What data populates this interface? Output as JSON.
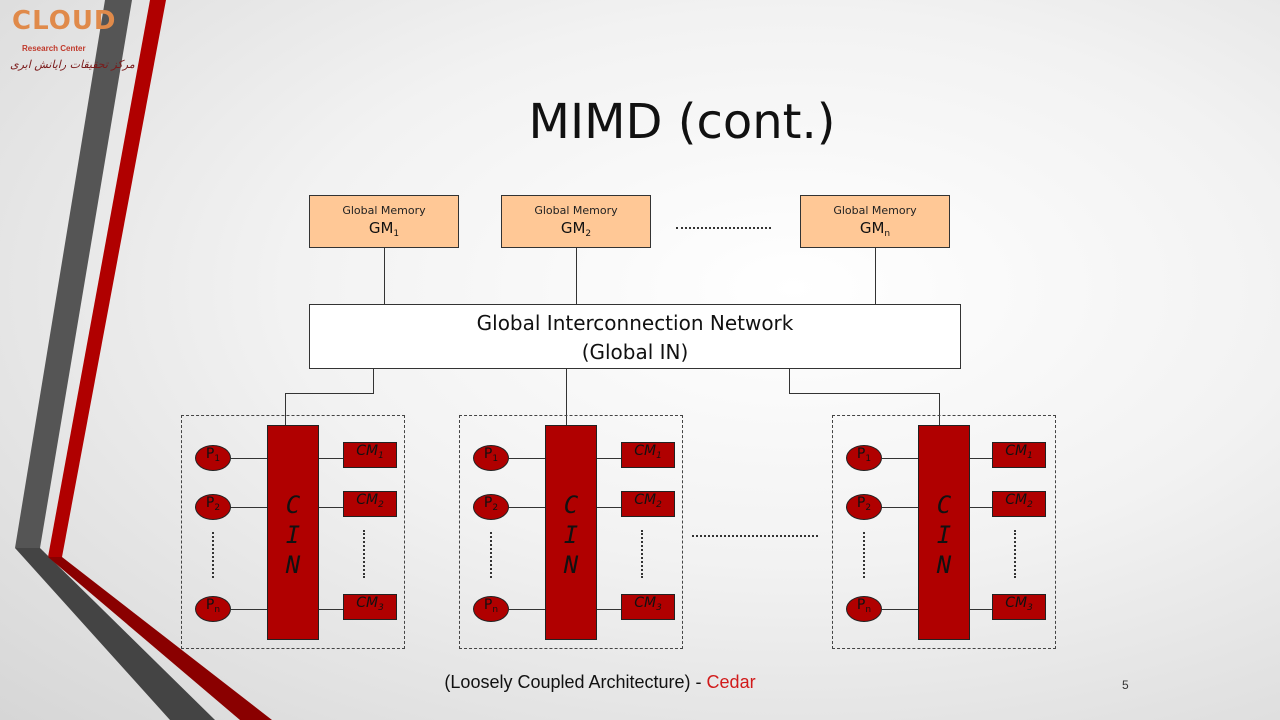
{
  "slide": {
    "title": "MIMD (cont.)",
    "page_number": "5",
    "caption_prefix": "(Loosely Coupled Architecture) - ",
    "caption_highlight": "Cedar",
    "highlight_color": "#d11a1a"
  },
  "logo": {
    "word": "CLOUD",
    "subtitle": "Research Center",
    "persian": "مرکز تحقیقات رایانش ابری"
  },
  "colors": {
    "memory_fill": "#ffc896",
    "component_fill": "#b00000",
    "accent_red": "#b00000",
    "accent_gray": "#555555"
  },
  "diagram": {
    "global_memories": [
      {
        "label": "Global Memory",
        "name": "GM",
        "subscript": "1"
      },
      {
        "label": "Global Memory",
        "name": "GM",
        "subscript": "2"
      },
      {
        "label": "Global Memory",
        "name": "GM",
        "subscript": "n"
      }
    ],
    "network": {
      "line1": "Global Interconnection Network",
      "line2": "(Global IN)"
    },
    "clusters": [
      {
        "cin_letters": [
          "C",
          "I",
          "N"
        ],
        "processors": [
          {
            "name": "P",
            "sub": "1"
          },
          {
            "name": "P",
            "sub": "2"
          },
          {
            "name": "P",
            "sub": "n"
          }
        ],
        "cluster_memories": [
          {
            "name": "CM",
            "sub": "1"
          },
          {
            "name": "CM",
            "sub": "2"
          },
          {
            "name": "CM",
            "sub": "3"
          }
        ]
      },
      {
        "cin_letters": [
          "C",
          "I",
          "N"
        ],
        "processors": [
          {
            "name": "P",
            "sub": "1"
          },
          {
            "name": "P",
            "sub": "2"
          },
          {
            "name": "P",
            "sub": "n"
          }
        ],
        "cluster_memories": [
          {
            "name": "CM",
            "sub": "1"
          },
          {
            "name": "CM",
            "sub": "2"
          },
          {
            "name": "CM",
            "sub": "3"
          }
        ]
      },
      {
        "cin_letters": [
          "C",
          "I",
          "N"
        ],
        "processors": [
          {
            "name": "P",
            "sub": "1"
          },
          {
            "name": "P",
            "sub": "2"
          },
          {
            "name": "P",
            "sub": "n"
          }
        ],
        "cluster_memories": [
          {
            "name": "CM",
            "sub": "1"
          },
          {
            "name": "CM",
            "sub": "2"
          },
          {
            "name": "CM",
            "sub": "3"
          }
        ]
      }
    ]
  }
}
